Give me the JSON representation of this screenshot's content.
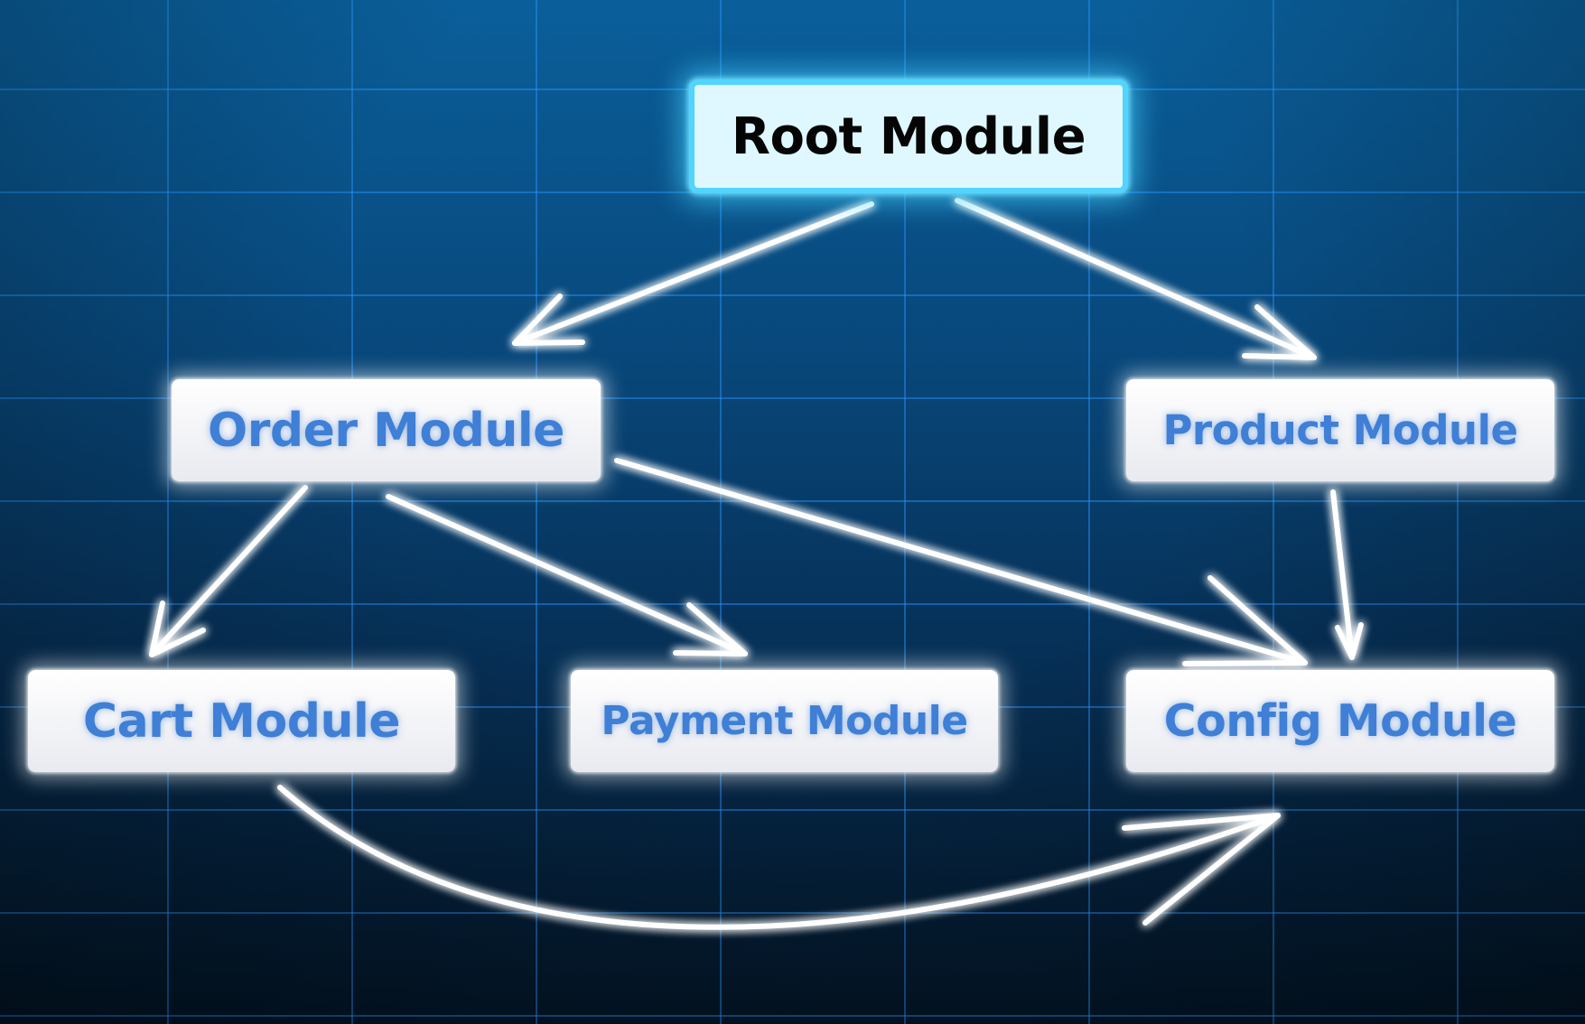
{
  "diagram": {
    "nodes": [
      {
        "id": "root",
        "label": "Root Module"
      },
      {
        "id": "order",
        "label": "Order Module"
      },
      {
        "id": "product",
        "label": "Product Module"
      },
      {
        "id": "cart",
        "label": "Cart Module"
      },
      {
        "id": "payment",
        "label": "Payment Module"
      },
      {
        "id": "config",
        "label": "Config Module"
      }
    ],
    "edges": [
      {
        "from": "root",
        "to": "order"
      },
      {
        "from": "root",
        "to": "product"
      },
      {
        "from": "order",
        "to": "cart"
      },
      {
        "from": "order",
        "to": "payment"
      },
      {
        "from": "order",
        "to": "config"
      },
      {
        "from": "product",
        "to": "config"
      },
      {
        "from": "cart",
        "to": "config"
      }
    ]
  },
  "colors": {
    "background_top": "#0a5f9b",
    "background_bottom": "#031526",
    "grid_line": "#2896ff",
    "root_fill": "#dff8ff",
    "root_border": "#52d4ff",
    "root_text": "#050505",
    "node_fill": "#ffffff",
    "node_text": "#3f7fd6",
    "arrow": "#ffffff"
  }
}
